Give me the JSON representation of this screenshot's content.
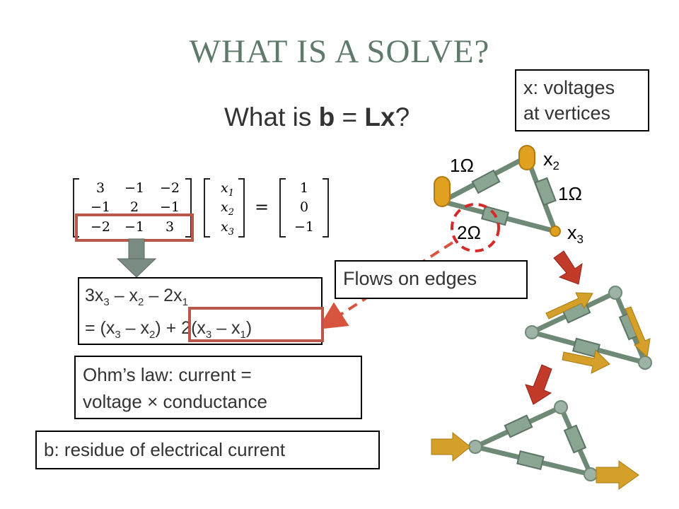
{
  "slide": {
    "title": "WHAT IS A SOLVE?",
    "subtitle_prefix": "What is ",
    "subtitle_b": "b",
    "subtitle_eq": " = ",
    "subtitle_lx": "Lx",
    "subtitle_suffix": "?"
  },
  "matrix": {
    "rows": [
      [
        "3",
        "−1",
        "−2"
      ],
      [
        "−1",
        "2",
        "−1"
      ],
      [
        "−2",
        "−1",
        "3"
      ]
    ],
    "x": [
      "x",
      "x",
      "x"
    ],
    "x_sub": [
      "1",
      "2",
      "3"
    ],
    "equals": "=",
    "rhs": [
      "1",
      "0",
      "−1"
    ]
  },
  "boxes": {
    "x_desc": [
      "x: voltages",
      "at vertices"
    ],
    "flows": "Flows on edges",
    "eq_line1": {
      "a": "3x",
      "a_sub": "3",
      "b": " – x",
      "b_sub": "2",
      "c": " – 2x",
      "c_sub": "1"
    },
    "eq_line2": {
      "a": "= (x",
      "a_sub": "3",
      "b": " – x",
      "b_sub": "2",
      "c": ") + 2(x",
      "c_sub": "3",
      "d": " – x",
      "d_sub": "1",
      "e": ")"
    },
    "ohm": [
      "Ohm’s law: current =",
      "voltage × conductance"
    ],
    "residue": "b: residue of electrical current"
  },
  "circuit": {
    "res_top": "1Ω",
    "res_right": "1Ω",
    "res_bottom": "2Ω",
    "x2": "x",
    "x2_sub": "2",
    "x3": "x",
    "x3_sub": "3"
  },
  "colors": {
    "title": "#5f7a6a",
    "highlight": "#b9574a",
    "arrow_dashed": "#d9543f",
    "flow_arrow": "#d4a02a",
    "step_arrow": "#c23a2a",
    "resistor": "#6e8a76",
    "node": "#e0a020"
  }
}
